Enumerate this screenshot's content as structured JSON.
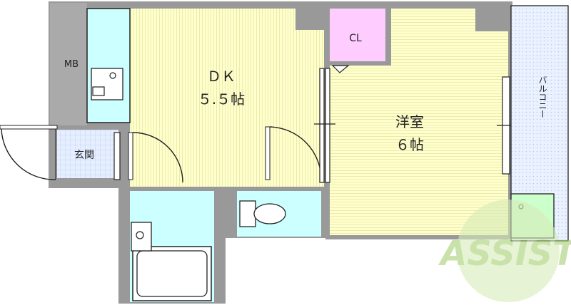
{
  "rooms": {
    "mb": "MB",
    "dk_name": "ＤＫ",
    "dk_size": "５.５帖",
    "cl": "CL",
    "western_name": "洋室",
    "western_size": "６帖",
    "balcony": "バルコニー",
    "entrance": "玄関"
  },
  "watermark": "ASSIST",
  "colors": {
    "wall": "#999999",
    "floor_yellow": "#ffffcc",
    "wet_blue": "#ccffff",
    "closet_pink": "#ffccff",
    "entrance_blue": "#e6efff",
    "balcony_blue": "#eaf2ff",
    "logo_green": "#b5d98a"
  }
}
